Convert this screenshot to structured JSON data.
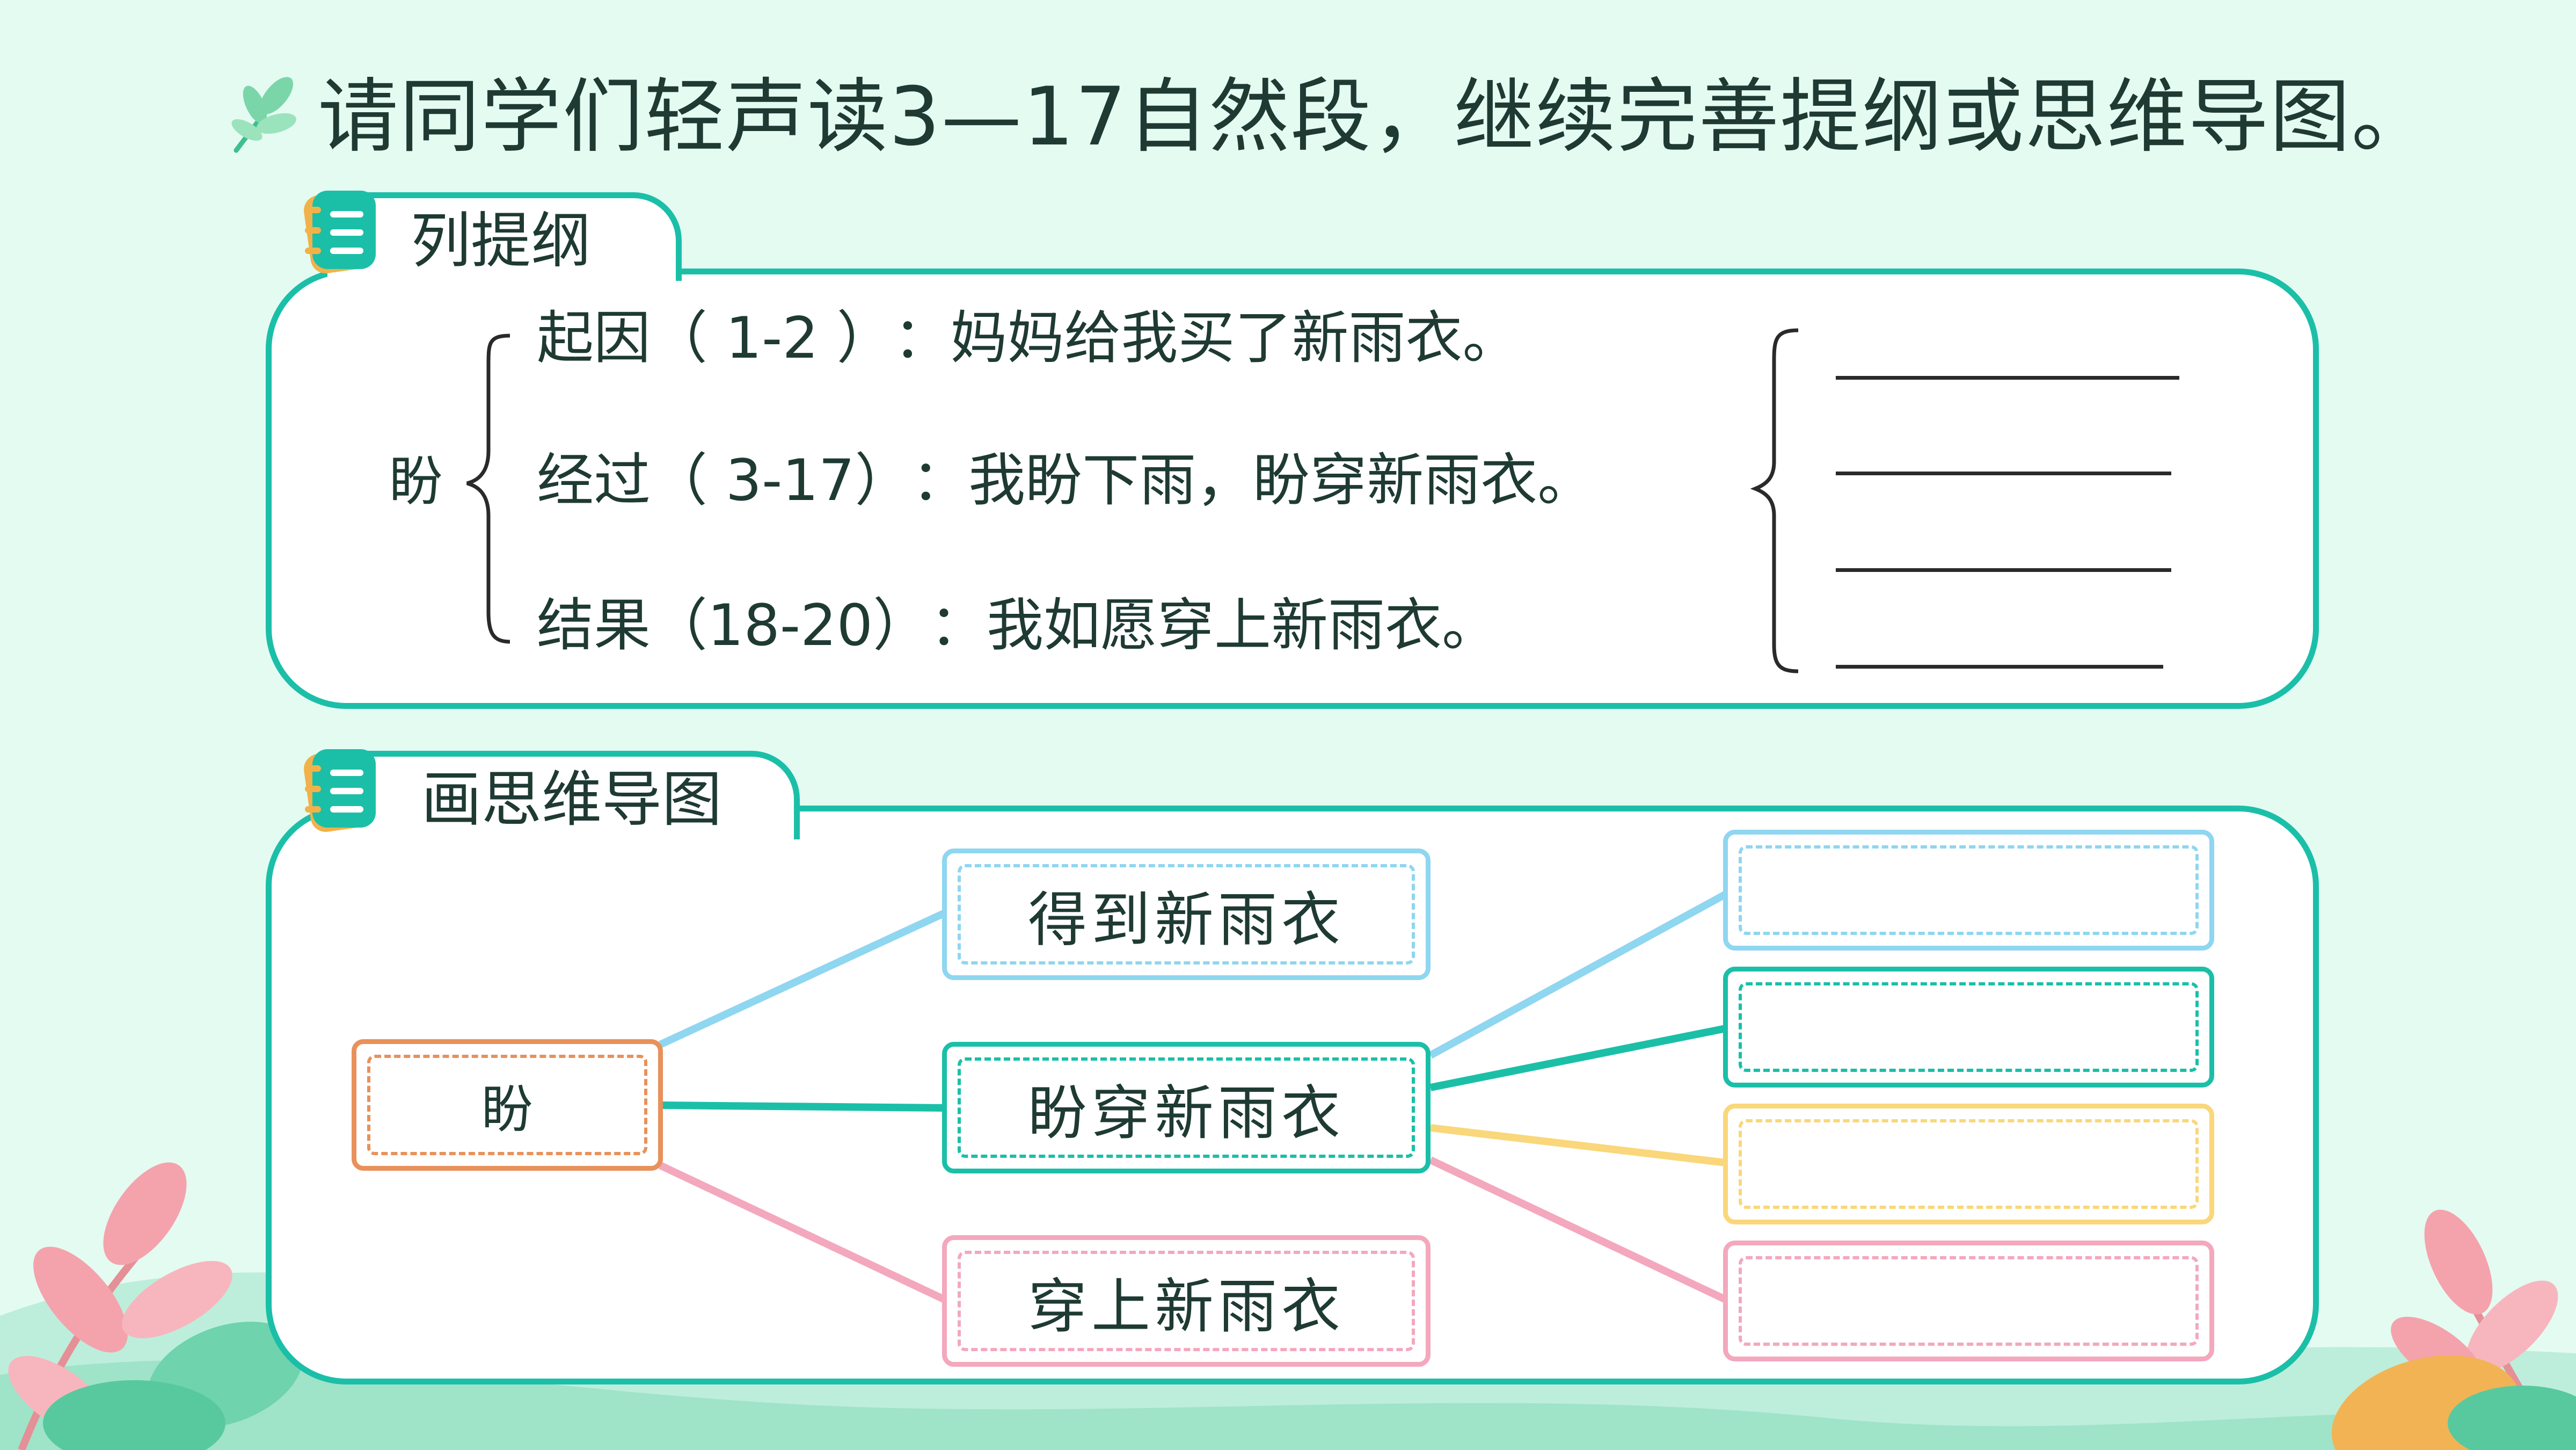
{
  "title": "请同学们轻声读3—17自然段，继续完善提纲或思维导图。",
  "outline": {
    "tab_label": "列提纲",
    "root_label": "盼",
    "rows": [
      {
        "stage": "起因",
        "range": "（ 1-2 ）",
        "colon": "：",
        "description": "妈妈给我买了新雨衣。"
      },
      {
        "stage": "经过",
        "range": "（ 3-17）",
        "colon": "：",
        "description": "我盼下雨，盼穿新雨衣。"
      },
      {
        "stage": "结果",
        "range": "（18-20）",
        "colon": "：",
        "description": "我如愿穿上新雨衣。"
      }
    ],
    "blank_lines": 4
  },
  "mindmap": {
    "tab_label": "画思维导图",
    "root": {
      "label": "盼",
      "color": "#e8915a"
    },
    "branches": [
      {
        "label": "得到新雨衣",
        "color": "#8fd6f0"
      },
      {
        "label": "盼穿新雨衣",
        "color": "#1bbfa8"
      },
      {
        "label": "穿上新雨衣",
        "color": "#f3a8bd"
      }
    ],
    "sub_boxes": [
      {
        "color": "#8fd6f0"
      },
      {
        "color": "#1bbfa8"
      },
      {
        "color": "#f9d77a"
      },
      {
        "color": "#f3a8bd"
      }
    ]
  },
  "colors": {
    "accent": "#1bbfa8",
    "background": "#e4fbf2",
    "text": "#1e3a33"
  },
  "icons": {
    "title_icon": "leaf-icon",
    "tab_icon": "notepad-icon"
  }
}
